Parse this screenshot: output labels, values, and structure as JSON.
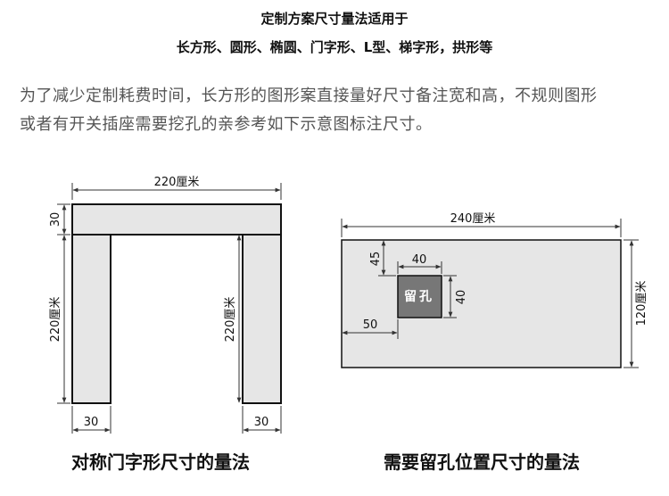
{
  "header": {
    "line1": "定制方案尺寸量法适用于",
    "line2": "长方形、圆形、椭圆、门字形、L型、梯字形，拱形等"
  },
  "description": {
    "line1": "为了减少定制耗费时间，长方形的图形案直接量好尺寸备注宽和高，不规则图形",
    "line2": "或者有开关插座需要挖孔的亲参考如下示意图标注尺寸。"
  },
  "door_diagram": {
    "top_width": "220厘米",
    "top_height": "30",
    "left_height": "220厘米",
    "inner_height": "220厘米",
    "left_leg_width": "30",
    "right_leg_width": "30",
    "caption": "对称门字形尺寸的量法"
  },
  "hole_diagram": {
    "width": "240厘米",
    "height": "120厘米",
    "hole_top_offset": "45",
    "hole_width": "40",
    "hole_height": "40",
    "hole_left_offset": "50",
    "hole_label": "留孔",
    "caption": "需要留孔位置尺寸的量法"
  },
  "colors": {
    "panel_fill": "#e6e6e6",
    "panel_stroke": "#111111",
    "hole_fill": "#777777",
    "dim_line": "#333333"
  }
}
